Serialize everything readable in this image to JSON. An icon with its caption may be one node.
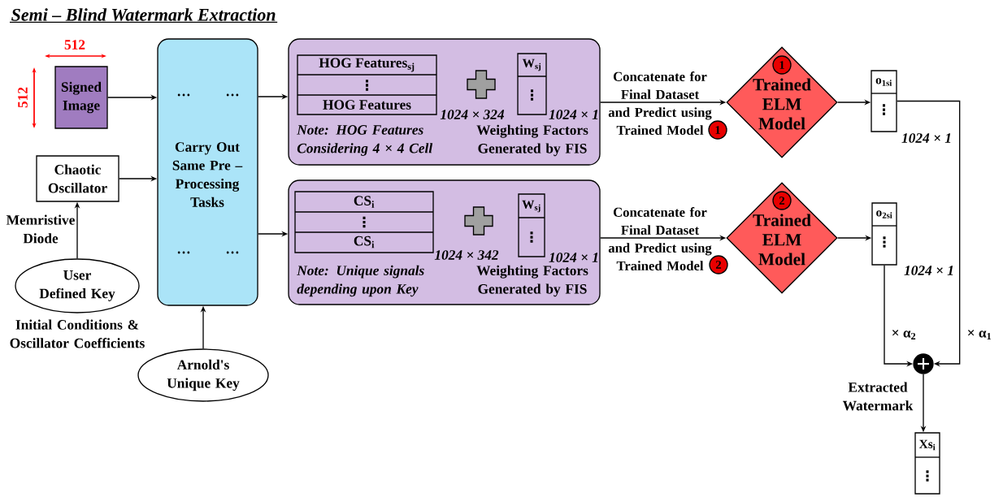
{
  "diagram": {
    "title": "Semi – Blind Watermark Extraction",
    "nodes": [
      {
        "text": [
          "Signed Image"
        ]
      },
      {
        "text": [
          "Chaotic Oscillator"
        ]
      },
      {
        "text": [
          "User Defined Key"
        ],
        "beside": [
          "Initial Conditions & Oscillator Coefficients"
        ]
      },
      {
        "text": [
          "…",
          "…",
          "Carry Out Same Pre – Processing Tasks",
          "…",
          "…"
        ]
      },
      {
        "text": [
          "Arnold's Unique Key"
        ]
      },
      {
        "text": [
          "Note: HOG Features Considering 4 × 4 Cell",
          "Weighting Factors Generated by FIS"
        ]
      },
      {
        "text": [
          "HOG Features$_{sj}$",
          "⋮",
          "HOG Features"
        ],
        "in": 5,
        "beside": [
          "1024 × 324"
        ]
      },
      {
        "text": [
          "W$_{sj}$",
          "⋮"
        ],
        "in": 5,
        "beside": [
          "1024 × 1"
        ]
      },
      {
        "text": [
          "Note: Unique signals depending upon Key",
          "Weighting Factors Generated by FIS"
        ]
      },
      {
        "text": [
          "CS$_{i}$",
          "⋮",
          "CS$_{i}$"
        ],
        "in": 8,
        "beside": [
          "1024 × 342"
        ]
      },
      {
        "text": [
          "W$_{sj}$",
          "⋮"
        ],
        "in": 8,
        "beside": [
          "1024 × 1"
        ]
      },
      {
        "text": [
          "Trained ELM Model"
        ]
      },
      {
        "text": [
          "1"
        ],
        "in": 11
      },
      {
        "text": [
          "o$_{1si}$",
          "⋮"
        ],
        "beside": [
          "1024 × 1"
        ]
      },
      {
        "text": [
          "Trained ELM Model"
        ]
      },
      {
        "text": [
          "2"
        ],
        "in": 14
      },
      {
        "text": [
          "o$_{2si}$",
          "⋮"
        ],
        "beside": [
          "1024 × 1"
        ]
      },
      {
        "text": [],
        "shape": "circle"
      },
      {
        "text": [
          "Xs$_{i}$",
          "⋮"
        ]
      },
      {
        "text": [
          "1"
        ]
      },
      {
        "text": [
          "2"
        ]
      }
    ],
    "edges": [
      {
        "from": 0,
        "to": 3,
        "arrow": "to"
      },
      {
        "from": 1,
        "to": 3,
        "arrow": "to"
      },
      {
        "from": 2,
        "to": 1,
        "arrow": "to",
        "label": "Memristive Diode"
      },
      {
        "from": 4,
        "to": 3,
        "arrow": "to"
      },
      {
        "from": 3,
        "to": 5,
        "arrow": "to"
      },
      {
        "from": 3,
        "to": 8,
        "arrow": "to"
      },
      {
        "from": 5,
        "to": 11,
        "arrow": "to",
        "label": "Concatenate for Final Dataset and Predict using Trained Model"
      },
      {
        "from": 8,
        "to": 14,
        "arrow": "to",
        "label": "Concatenate for Final Dataset and Predict using Trained Model"
      },
      {
        "from": 11,
        "to": 13,
        "arrow": "to"
      },
      {
        "from": 14,
        "to": 16,
        "arrow": "to"
      },
      {
        "from": 13,
        "to": 17,
        "arrow": "to",
        "label": "× α$_{1}$"
      },
      {
        "from": 16,
        "to": 17,
        "arrow": "to",
        "label": "× α$_{2}$"
      },
      {
        "from": 17,
        "to": 18,
        "arrow": "to",
        "label": "Extracted Watermark"
      }
    ],
    "labels": [
      "512",
      "512"
    ]
  }
}
